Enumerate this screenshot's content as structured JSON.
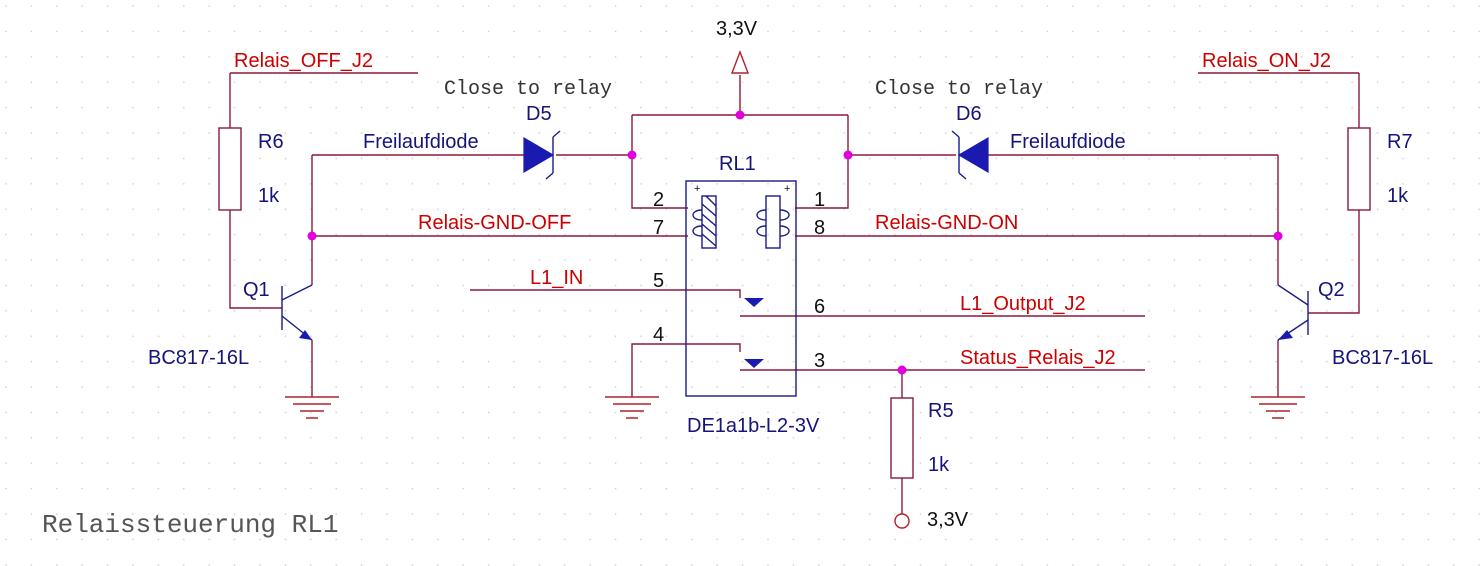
{
  "title": "Relaissteuerung RL1",
  "power": {
    "top_label": "3,3V",
    "bottom_label": "3,3V"
  },
  "notes": {
    "close_left": "Close to relay",
    "close_right": "Close to relay"
  },
  "nets": {
    "relais_off": "Relais_OFF_J2",
    "relais_on": "Relais_ON_J2",
    "gnd_off": "Relais-GND-OFF",
    "gnd_on": "Relais-GND-ON",
    "l1_in": "L1_IN",
    "l1_out": "L1_Output_J2",
    "status": "Status_Relais_J2"
  },
  "components": {
    "d5": {
      "ref": "D5",
      "label": "Freilaufdiode"
    },
    "d6": {
      "ref": "D6",
      "label": "Freilaufdiode"
    },
    "r6": {
      "ref": "R6",
      "value": "1k"
    },
    "r7": {
      "ref": "R7",
      "value": "1k"
    },
    "r5": {
      "ref": "R5",
      "value": "1k"
    },
    "q1": {
      "ref": "Q1",
      "part": "BC817-16L"
    },
    "q2": {
      "ref": "Q2",
      "part": "BC817-16L"
    },
    "rl1": {
      "ref": "RL1",
      "part": "DE1a1b-L2-3V"
    }
  },
  "pins": {
    "p1": "1",
    "p2": "2",
    "p3": "3",
    "p4": "4",
    "p5": "5",
    "p6": "6",
    "p7": "7",
    "p8": "8"
  },
  "colors": {
    "wire": "#8b1a3a",
    "net_label": "#cc0000",
    "component": "#14147a",
    "junction": "#e000e0"
  }
}
